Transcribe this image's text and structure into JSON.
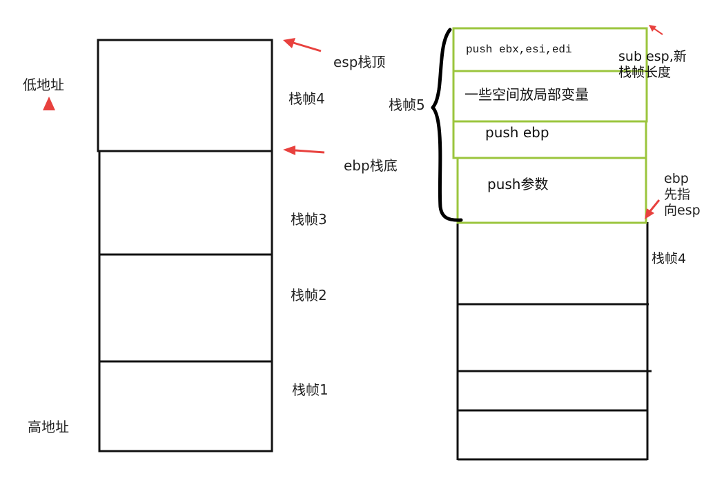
{
  "left_stack": {
    "low_address": "低地址",
    "high_address": "高地址",
    "esp_top": "esp栈顶",
    "ebp_bottom": "ebp栈底",
    "frames": [
      "栈帧4",
      "栈帧3",
      "栈帧2",
      "栈帧1"
    ]
  },
  "right_stack": {
    "frame5_label": "栈帧5",
    "cells": [
      "push ebx,esi,edi",
      "一些空间放局部变量",
      "push ebp",
      "push参数"
    ],
    "sub_esp_note": "sub esp,新\n栈帧长度",
    "ebp_note": "ebp\n先指\n向esp",
    "frame4_label": "栈帧4"
  },
  "colors": {
    "arrow_red": "#e8413e",
    "box_black": "#111111",
    "box_green": "#9bc53d",
    "brace_black": "#000000"
  }
}
